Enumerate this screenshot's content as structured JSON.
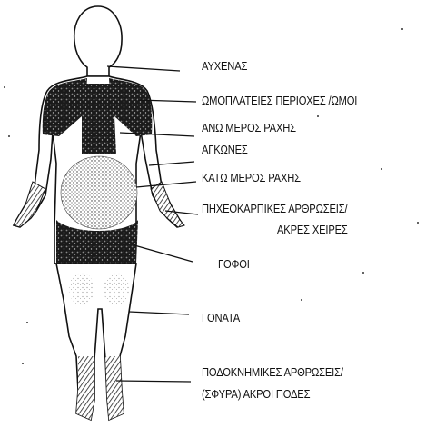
{
  "labels": {
    "neck": "ΑΥΧΕΝΑΣ",
    "shoulders": "ΩΜΟΠΛΑΤΕΙΕΣ ΠΕΡΙΟΧΕΣ /ΩΜΟΙ",
    "upper_back": "ΑΝΩ ΜΕΡΟΣ ΡΑΧΗΣ",
    "elbows": "ΑΓΚΩΝΕΣ",
    "lower_back": "ΚΑΤΩ ΜΕΡΟΣ ΡΑΧΗΣ",
    "wrists_line1": "ΠΗΧΕΟΚΑΡΠΙΚΕΣ ΑΡΘΡΩΣΕΙΣ/",
    "wrists_line2": "ΑΚΡΕΣ ΧΕΙΡΕΣ",
    "hips": "ΓΟΦΟΙ",
    "knees": "ΓΟΝΑΤΑ",
    "ankles_line1": "ΠΟΔΟΚΝΗΜΙΚΕΣ  ΑΡΘΡΩΣΕΙΣ/",
    "ankles_line2": "(ΣΦΥΡΑ) ΑΚΡΟΙ ΠΟΔΕΣ"
  }
}
